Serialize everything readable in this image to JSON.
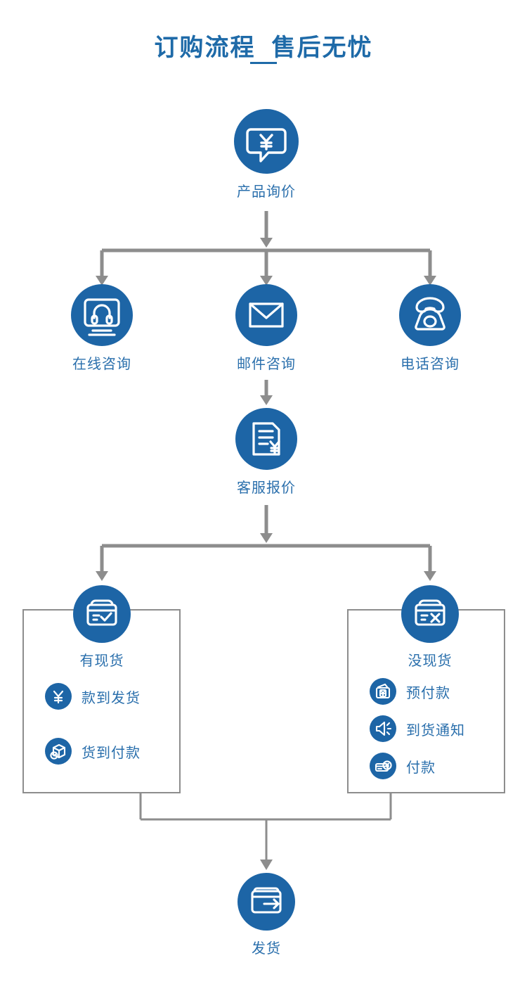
{
  "page": {
    "title_text": "订购流程  售后无忧",
    "background_color": "#ffffff",
    "accent_blue": "#1d65a6",
    "label_blue": "#2a6fac",
    "wire_gray": "#8d8d8d"
  },
  "flow": {
    "start": {
      "label": "产品询价",
      "icon": "chat-bubble-yuan-icon"
    },
    "channels": [
      {
        "label": "在线咨询",
        "icon": "monitor-headset-icon"
      },
      {
        "label": "邮件咨询",
        "icon": "envelope-icon"
      },
      {
        "label": "电话咨询",
        "icon": "telephone-icon"
      }
    ],
    "quote": {
      "label": "客服报价",
      "icon": "invoice-yuan-icon"
    },
    "branches": [
      {
        "label": "有现货",
        "icon": "box-check-icon",
        "options": [
          {
            "label": "款到发货",
            "icon": "yuan-coin-icon"
          },
          {
            "label": "货到付款",
            "icon": "package-cube-icon"
          }
        ]
      },
      {
        "label": "没现货",
        "icon": "box-cross-icon",
        "options": [
          {
            "label": "预付款",
            "icon": "wallet-yuan-icon"
          },
          {
            "label": "到货通知",
            "icon": "speaker-announce-icon"
          },
          {
            "label": "付款",
            "icon": "card-yuan-icon"
          }
        ]
      }
    ],
    "end": {
      "label": "发货",
      "icon": "box-arrow-out-icon"
    }
  }
}
